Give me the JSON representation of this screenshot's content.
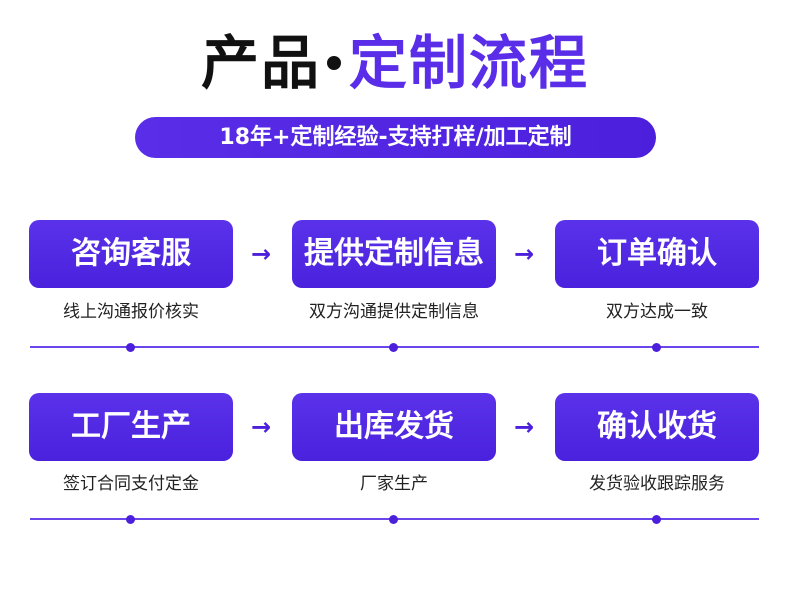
{
  "title": {
    "dark": "产品",
    "accent": "定制流程"
  },
  "subtitle": "18年+定制经验-支持打样/加工定制",
  "arrow_glyph": "→",
  "row1": [
    {
      "label": "咨询客服",
      "desc": "线上沟通报价核实"
    },
    {
      "label": "提供定制信息",
      "desc": "双方沟通提供定制信息"
    },
    {
      "label": "订单确认",
      "desc": "双方达成一致"
    }
  ],
  "row2": [
    {
      "label": "工厂生产",
      "desc": "签订合同支付定金"
    },
    {
      "label": "出库发货",
      "desc": "厂家生产"
    },
    {
      "label": "确认收货",
      "desc": "发货验收跟踪服务"
    }
  ],
  "colors": {
    "accent": "#5a2ee8",
    "box": "#4b1fdc",
    "text": "#111111"
  }
}
